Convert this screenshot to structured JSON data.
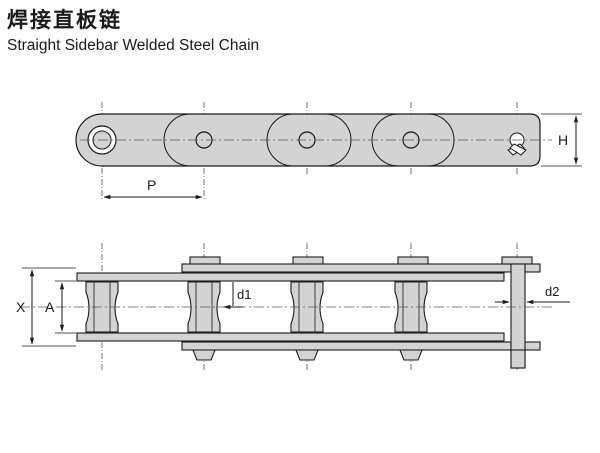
{
  "title_cn": "焊接直板链",
  "title_en": "Straight Sidebar Welded Steel Chain",
  "labels": {
    "p": "P",
    "h": "H",
    "x": "X",
    "a": "A",
    "d1": "d1",
    "d2": "d2"
  },
  "colors": {
    "plate_fill": "#d3d3d3",
    "outline": "#1a1a1a",
    "centerline": "#555555"
  }
}
